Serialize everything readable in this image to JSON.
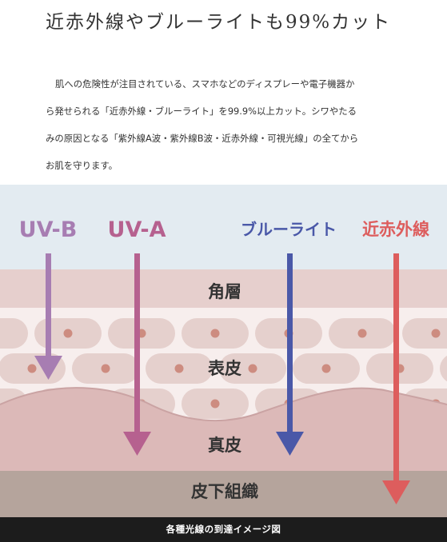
{
  "headline": "近赤外線やブルーライトも99%カット",
  "description": [
    "肌への危険性が注目されている、スマホなどのディスプレーや電子機器か",
    "ら発せられる「近赤外線・ブルーライト」を99.9%以上カット。シワやたる",
    "みの原因となる「紫外線A波・紫外線B波・近赤外線・可視光線」の全てから",
    "お肌を守ります。"
  ],
  "diagram": {
    "rays": [
      {
        "label": "UV-B",
        "color": "#a77db2"
      },
      {
        "label": "UV-A",
        "color": "#b6618f"
      },
      {
        "label": "ブルーライト",
        "color": "#4a58a8"
      },
      {
        "label": "近赤外線",
        "color": "#dd5d5d"
      }
    ],
    "layers": {
      "stratum_corneum": "角層",
      "epidermis": "表皮",
      "dermis": "真皮",
      "subcutaneous": "皮下組織"
    },
    "colors": {
      "sky": "#e3ebf1",
      "corneum": "#e6cfcd",
      "epidermis_bg": "#f7eeed",
      "cell": "#e5d0cd",
      "nucleus": "#cd8c80",
      "dermis": "#dcb9b8",
      "subcutaneous": "#b5a49c"
    }
  },
  "caption": "各種光線の到達イメージ図"
}
